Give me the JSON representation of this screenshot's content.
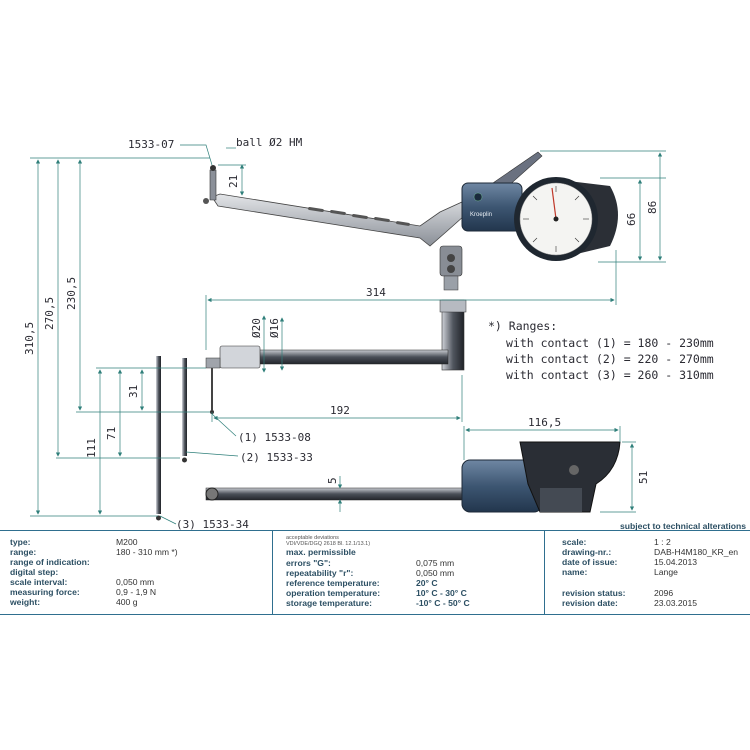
{
  "drawing": {
    "part_labels": {
      "tip_ref": "1533-07",
      "ball": "ball Ø2 HM",
      "contact1": "(1) 1533-08",
      "contact2": "(2) 1533-33",
      "contact3": "(3) 1533-34",
      "brand": "Kroeplin"
    },
    "dimensions": {
      "d_310_5": "310,5",
      "d_270_5": "270,5",
      "d_230_5": "230,5",
      "d_111": "111",
      "d_71": "71",
      "d_31": "31",
      "d_21": "21",
      "d_314": "314",
      "d_192": "192",
      "d_116_5": "116,5",
      "d_66": "66",
      "d_86": "86",
      "d_51": "51",
      "d_5": "5",
      "d_o20": "Ø20",
      "d_o16": "Ø16"
    },
    "ranges": {
      "title": "*) Ranges:",
      "r1": "with contact (1)  =  180 - 230mm",
      "r2": "with contact (2)  =  220 - 270mm",
      "r3": "with contact (3)  =  260 - 310mm"
    },
    "subject": "subject to technical alterations"
  },
  "specs": {
    "type_label": "type:",
    "type_value": "M200",
    "range_label": "range:",
    "range_value": "180 - 310 mm  *)",
    "indication_label": "range of indication:",
    "digital_label": "digital step:",
    "interval_label": "scale interval:",
    "interval_value": "0,050 mm",
    "force_label": "measuring force:",
    "force_value": "0,9 - 1,9 N",
    "weight_label": "weight:",
    "weight_value": "400 g"
  },
  "deviations": {
    "small1": "acceptable deviations",
    "small2": "VDI/VDE/DGQ 2618 Bl. 12.1/13.1)",
    "heading": "max. permissible",
    "errors_label": "errors \"G\":",
    "errors_value": "0,075 mm",
    "repeat_label": "repeatability \"r\":",
    "repeat_value": "0,050 mm",
    "ref_temp_label": "reference temperature:",
    "ref_temp_value": "20° C",
    "op_temp_label": "operation temperature:",
    "op_temp_value": "10° C - 30° C",
    "storage_label": "storage temperature:",
    "storage_value": "-10° C - 50° C"
  },
  "drawing_info": {
    "scale_label": "scale:",
    "scale_value": "1 : 2",
    "nr_label": "drawing-nr.:",
    "nr_value": "DAB-H4M180_KR_en",
    "date_label": "date of issue:",
    "date_value": "15.04.2013",
    "name_label": "name:",
    "name_value": "Lange",
    "rev_status_label": "revision status:",
    "rev_status_value": "2096",
    "rev_date_label": "revision date:",
    "rev_date_value": "23.03.2015"
  }
}
